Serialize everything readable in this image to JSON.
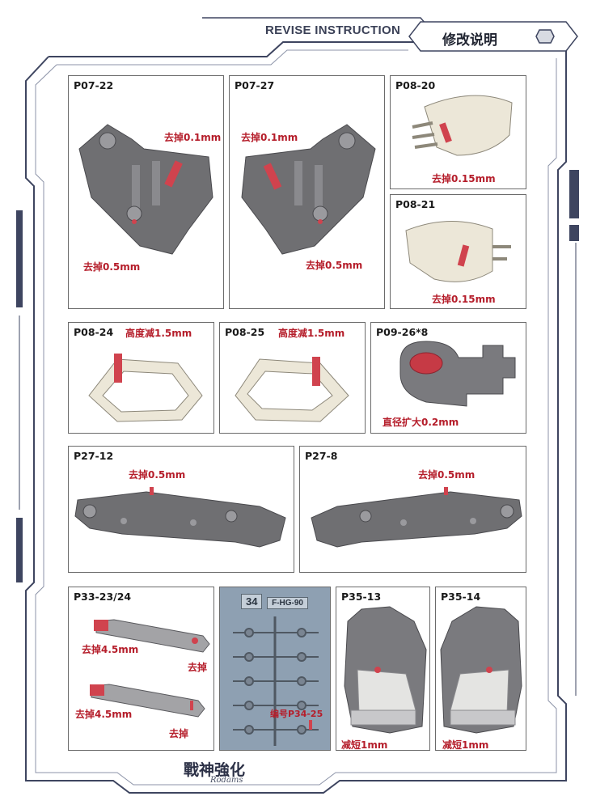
{
  "header": {
    "title": "REVISE INSTRUCTION",
    "title_cn": "修改说明"
  },
  "panels": {
    "p07_22": {
      "label": "P07-22",
      "note1": "去掉0.1mm",
      "note2": "去掉0.5mm"
    },
    "p07_27": {
      "label": "P07-27",
      "note1": "去掉0.1mm",
      "note2": "去掉0.5mm"
    },
    "p08_20": {
      "label": "P08-20",
      "note1": "去掉0.15mm"
    },
    "p08_21": {
      "label": "P08-21",
      "note1": "去掉0.15mm"
    },
    "p08_24": {
      "label": "P08-24",
      "note1": "高度减1.5mm"
    },
    "p08_25": {
      "label": "P08-25",
      "note1": "高度减1.5mm"
    },
    "p09_26": {
      "label": "P09-26*8",
      "note1": "直径扩大0.2mm"
    },
    "p27_12": {
      "label": "P27-12",
      "note1": "去掉0.5mm"
    },
    "p27_8": {
      "label": "P27-8",
      "note1": "去掉0.5mm"
    },
    "p33_23": {
      "label": "P33-23/24",
      "note1": "去掉4.5mm",
      "note2": "去掉",
      "note3": "去掉4.5mm",
      "note4": "去掉"
    },
    "sprue": {
      "tag": "34",
      "tag_suffix": "F-HG-90",
      "note1": "编号P34-25"
    },
    "p35_13": {
      "label": "P35-13",
      "note1": "减短1mm"
    },
    "p35_14": {
      "label": "P35-14",
      "note1": "减短1mm"
    }
  },
  "footer": {
    "logo": "戰神強化",
    "sub": "Rodams"
  },
  "colors": {
    "frame": "#3e4560",
    "accent_red": "#b51d2a",
    "part_gray": "#6f6f72",
    "part_ivory": "#ece7d8",
    "sprue": "#8ea0b2"
  }
}
